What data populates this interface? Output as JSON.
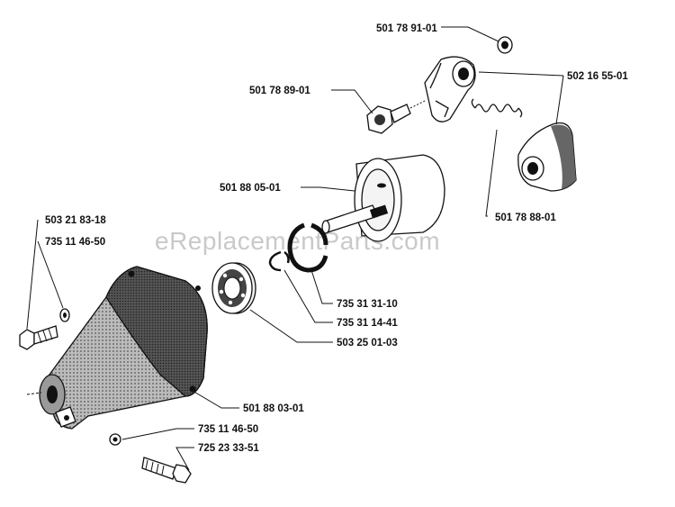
{
  "watermark": "eReplacementParts.com",
  "part_numbers": {
    "washer_top": "501 78 91-01",
    "clutch_shoe": "502 16 55-01",
    "shoulder_screw": "501 78 89-01",
    "clutch_drum": "501 88 05-01",
    "spring": "501 78 88-01",
    "screw_left": "503 21 83-18",
    "lock_washer_left": "735 11 46-50",
    "circlip_large": "735 31 31-10",
    "circlip_small": "735 31 14-41",
    "bearing": "503 25 01-03",
    "housing": "501 88 03-01",
    "washer_bottom": "735 11 46-50",
    "screw_bottom": "725 23 33-51"
  },
  "colors": {
    "ink": "#111111",
    "watermark": "#c9c9c9",
    "background": "#ffffff"
  }
}
